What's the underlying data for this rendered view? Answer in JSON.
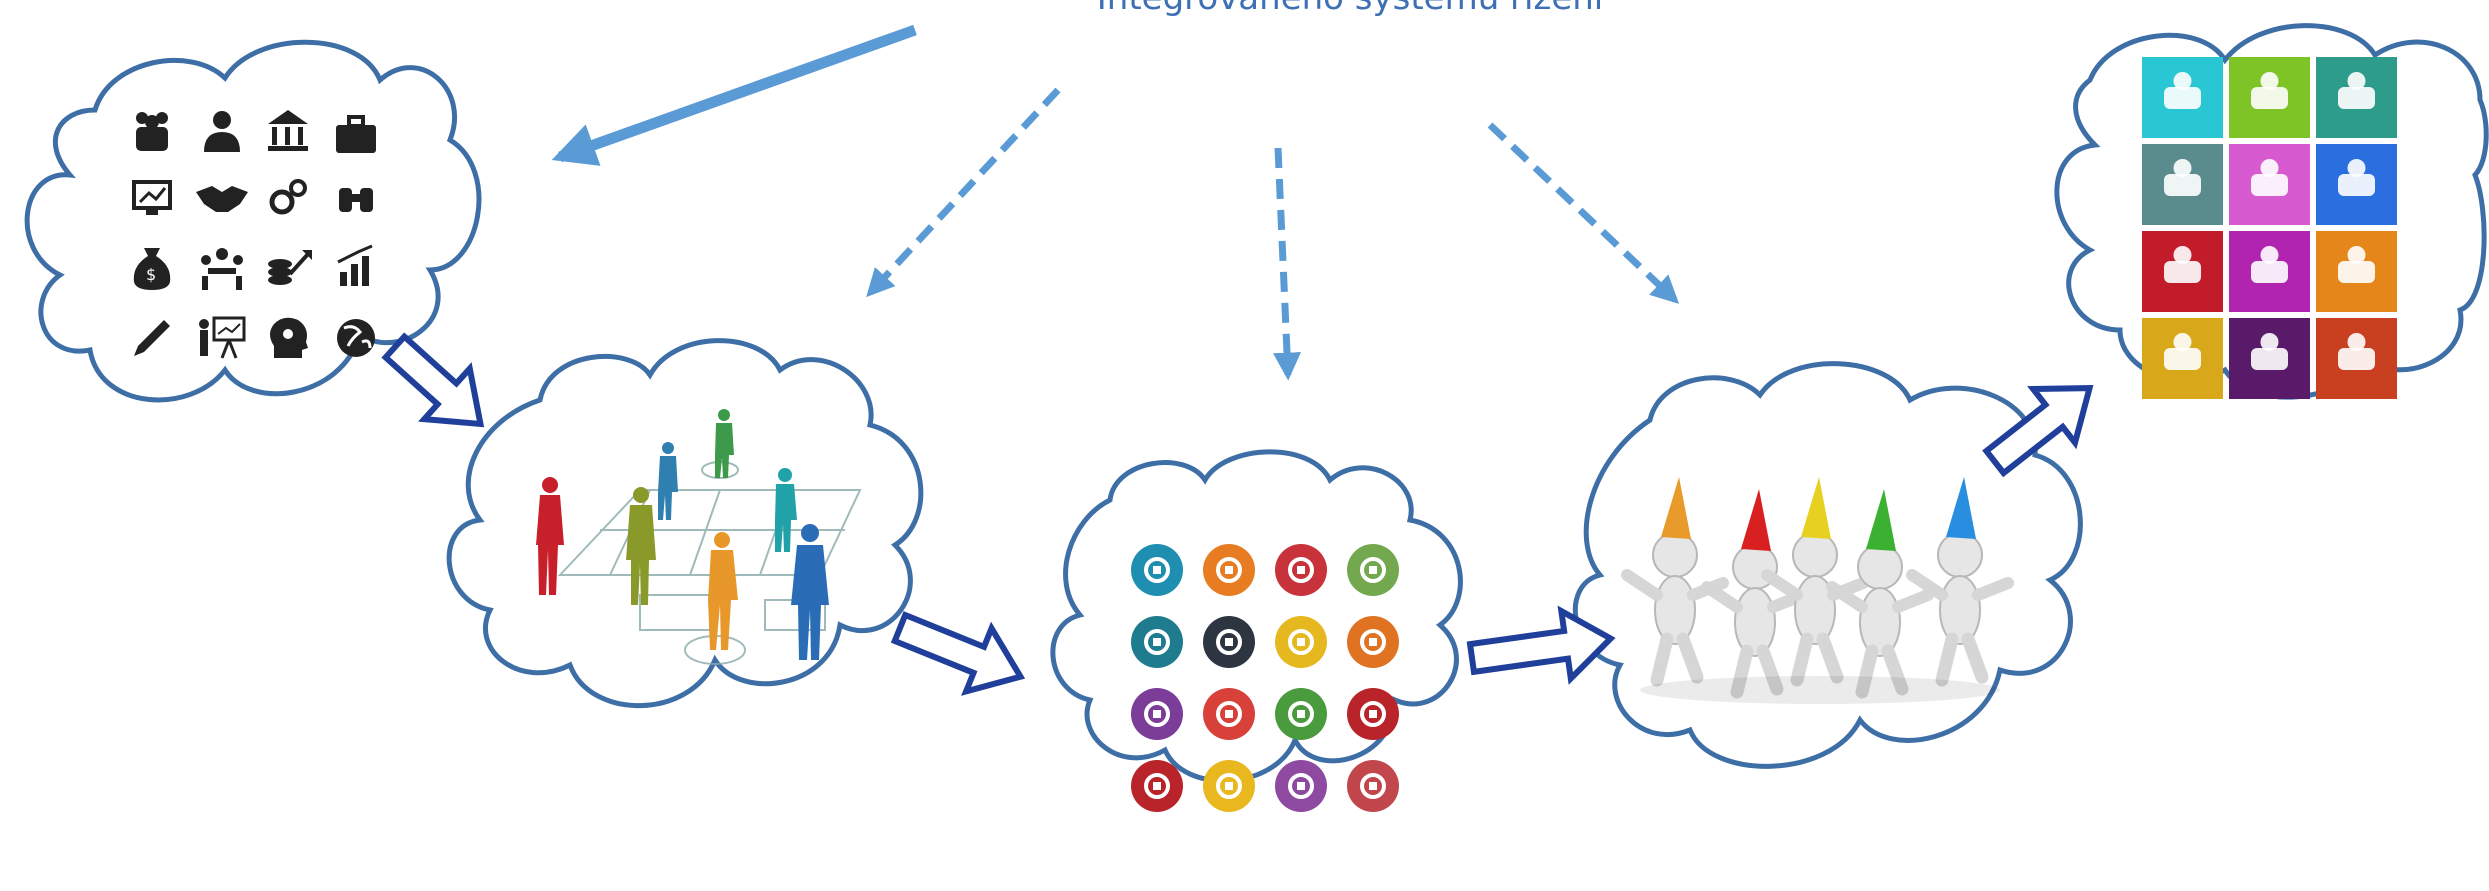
{
  "title": "Integrovaného systému řízení",
  "colors": {
    "accent": "#5b9bd5",
    "cloud_stroke": "#3e6ea6",
    "hollow_arrow": "#1f3f9a"
  },
  "clouds": [
    {
      "name": "business-icons-cloud",
      "icons": [
        "team-icon",
        "person-icon",
        "bank-icon",
        "briefcase-icon",
        "chart-monitor-icon",
        "handshake-icon",
        "gears-icon",
        "binoculars-icon",
        "money-bag-icon",
        "meeting-icon",
        "coins-growth-icon",
        "growth-chart-icon",
        "pen-icon",
        "presentation-icon",
        "head-gears-icon",
        "globe-icon"
      ]
    },
    {
      "name": "people-process-cloud",
      "icons": [
        "people-flowchart-icon"
      ]
    },
    {
      "name": "city-services-cloud",
      "icons": [
        "water-tap-icon",
        "bulb-icon",
        "bus-icon",
        "train-icon",
        "ship-icon",
        "road-icon",
        "traffic-light-icon",
        "toilet-icon",
        "wind-turbine-icon",
        "fire-icon",
        "recycle-icon",
        "phone-icon",
        "ambulance-icon",
        "lightning-icon",
        "house-icon",
        "hydrant-icon"
      ]
    },
    {
      "name": "celebration-cloud",
      "icons": [
        "party-people-icon"
      ]
    },
    {
      "name": "tiles-cloud",
      "icons": [
        "wifi-icon",
        "leaf-icon",
        "expand-icon",
        "car-icon",
        "heart-icon",
        "move-icon",
        "books-icon",
        "column-icon",
        "users-icon",
        "wheat-icon",
        "ring-icon",
        "bridge-icon"
      ]
    }
  ]
}
